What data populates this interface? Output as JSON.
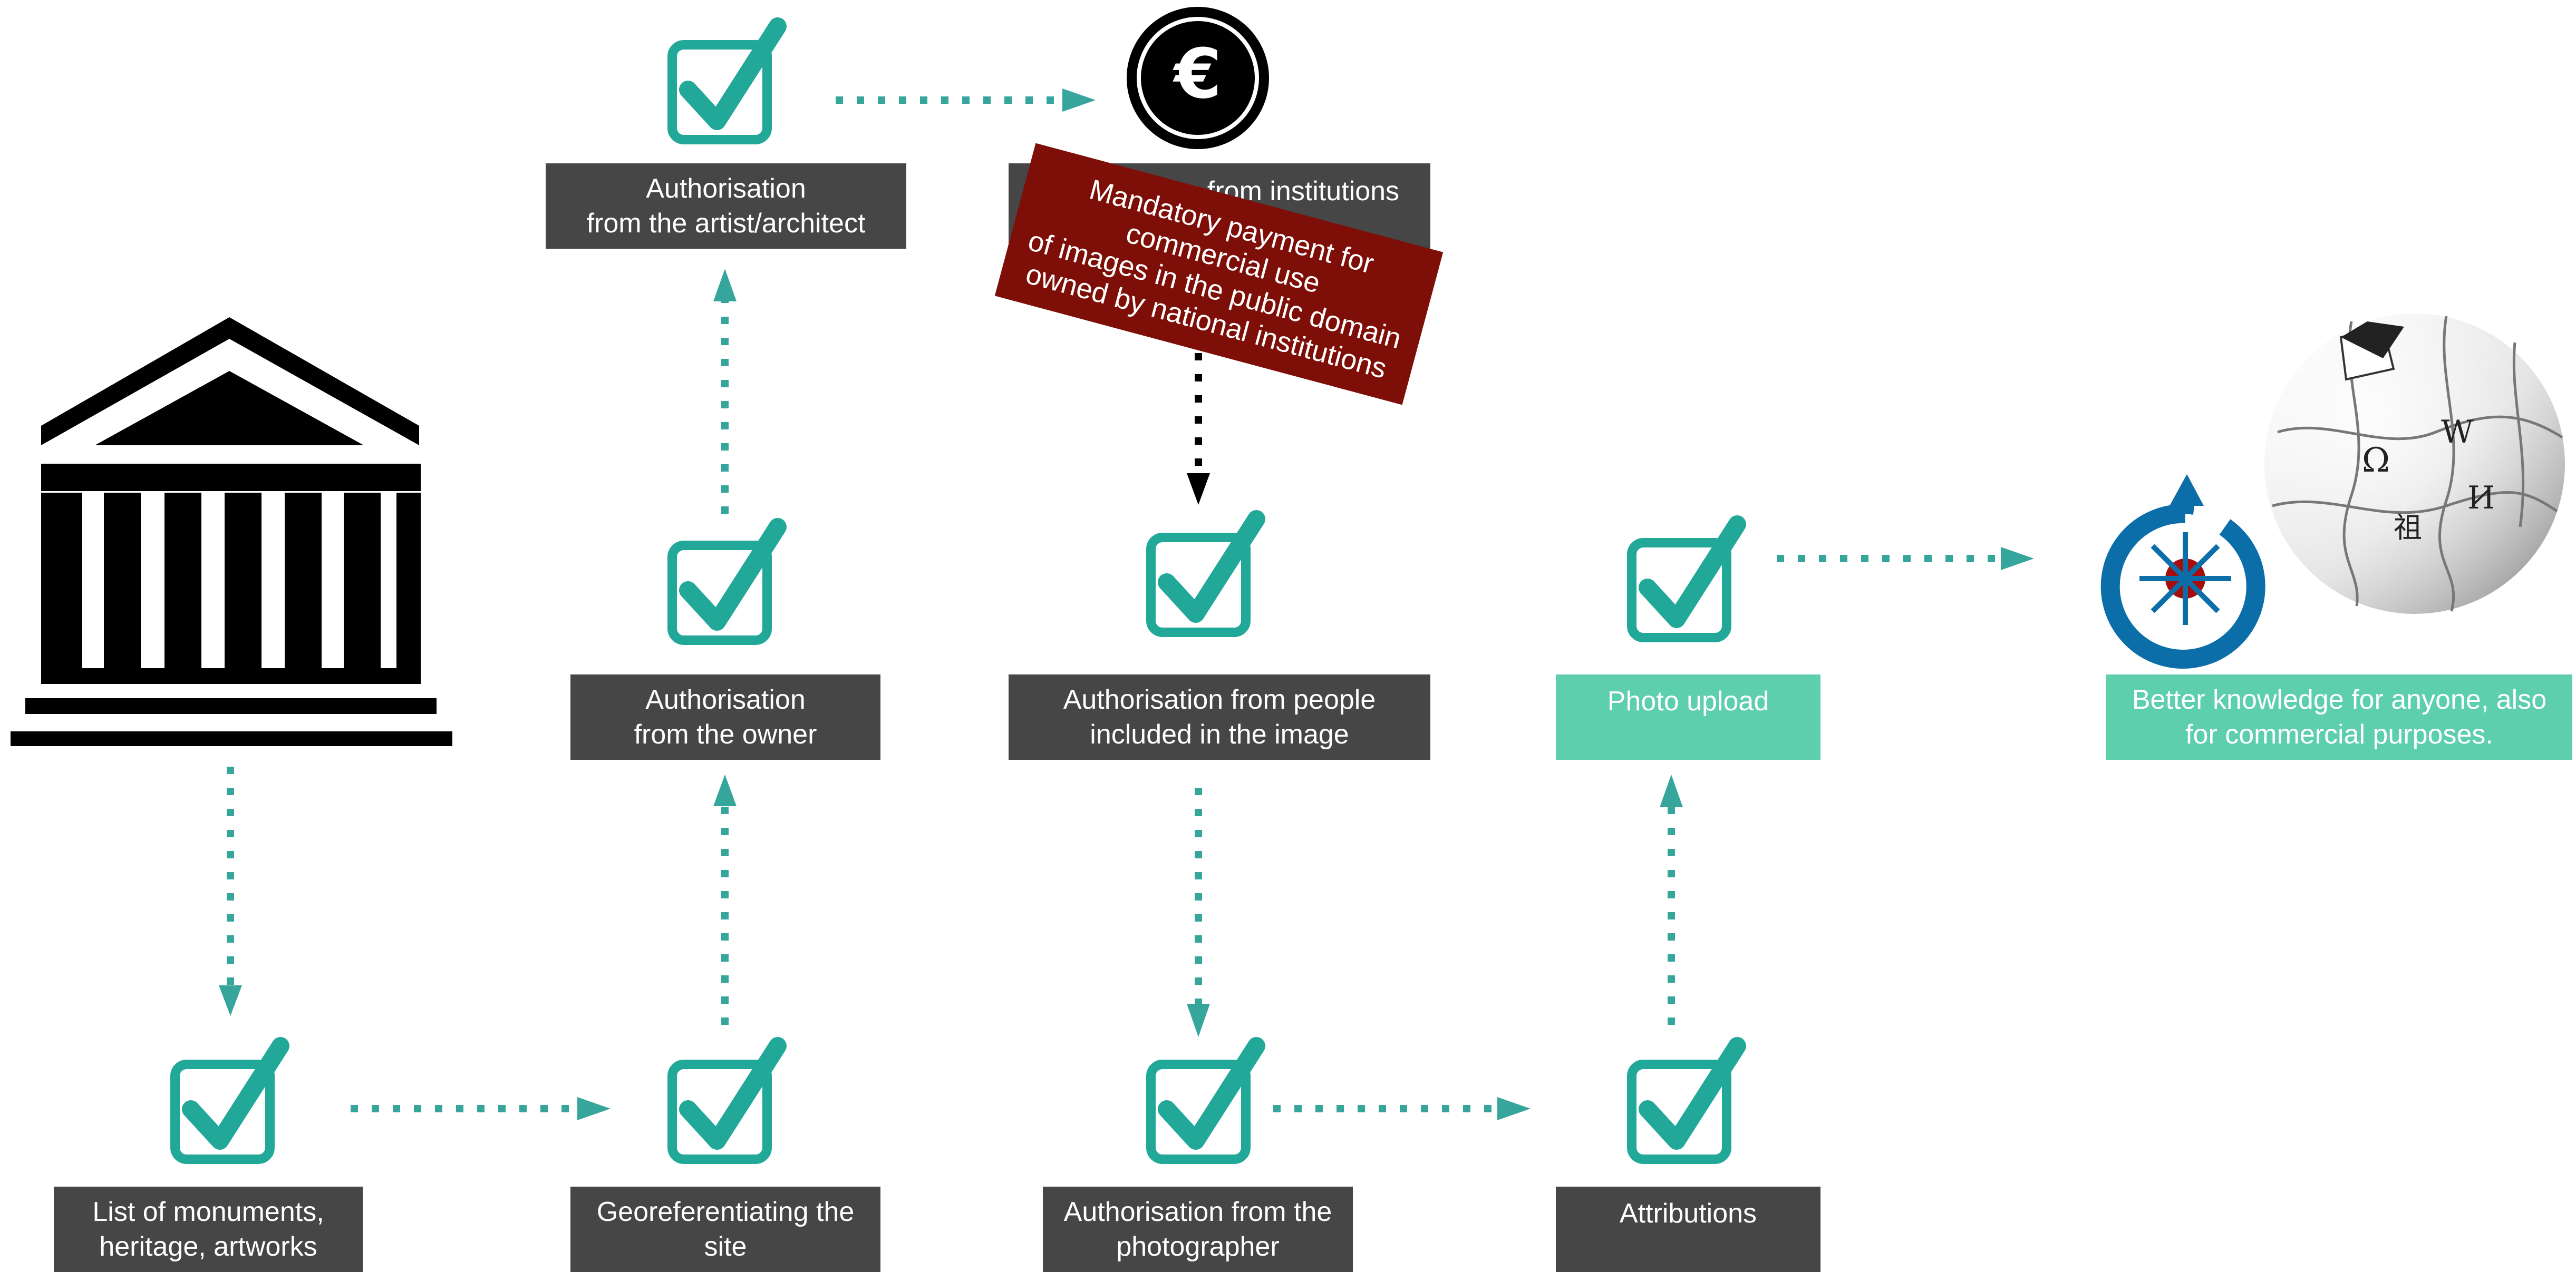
{
  "colors": {
    "accent": "#22a899",
    "arrow": "#36a69d",
    "box_dark": "#464646",
    "box_teal": "#5ecfad",
    "banner": "#7e0f08"
  },
  "boxes": {
    "list_monuments": "List of monuments,\nheritage, artworks",
    "georeferentiating": "Georeferentiating the\nsite",
    "auth_owner": "Authorisation\nfrom the owner",
    "auth_artist": "Authorisation\nfrom the artist/architect",
    "auth_institutions": "Authorisation from institutions",
    "auth_people": "Authorisation from people\nincluded in the image",
    "auth_photographer": "Authorisation from the\nphotographer",
    "attributions": "Attributions",
    "photo_upload": "Photo upload",
    "better_knowledge": "Better knowledge for anyone, also\nfor commercial purposes."
  },
  "banner": {
    "text": "Mandatory payment for\ncommercial use\nof images in the public domain\nowned by national institutions"
  },
  "icons": {
    "institution": "institution-building-icon",
    "euro": "euro-coin-icon",
    "euro_symbol": "€",
    "commons": "wikimedia-commons-logo",
    "wikipedia": "wikipedia-globe-logo",
    "wikipedia_glyphs": [
      "Ω",
      "W",
      "И",
      "祖"
    ],
    "checkbox": "checkbox-checked-icon"
  }
}
